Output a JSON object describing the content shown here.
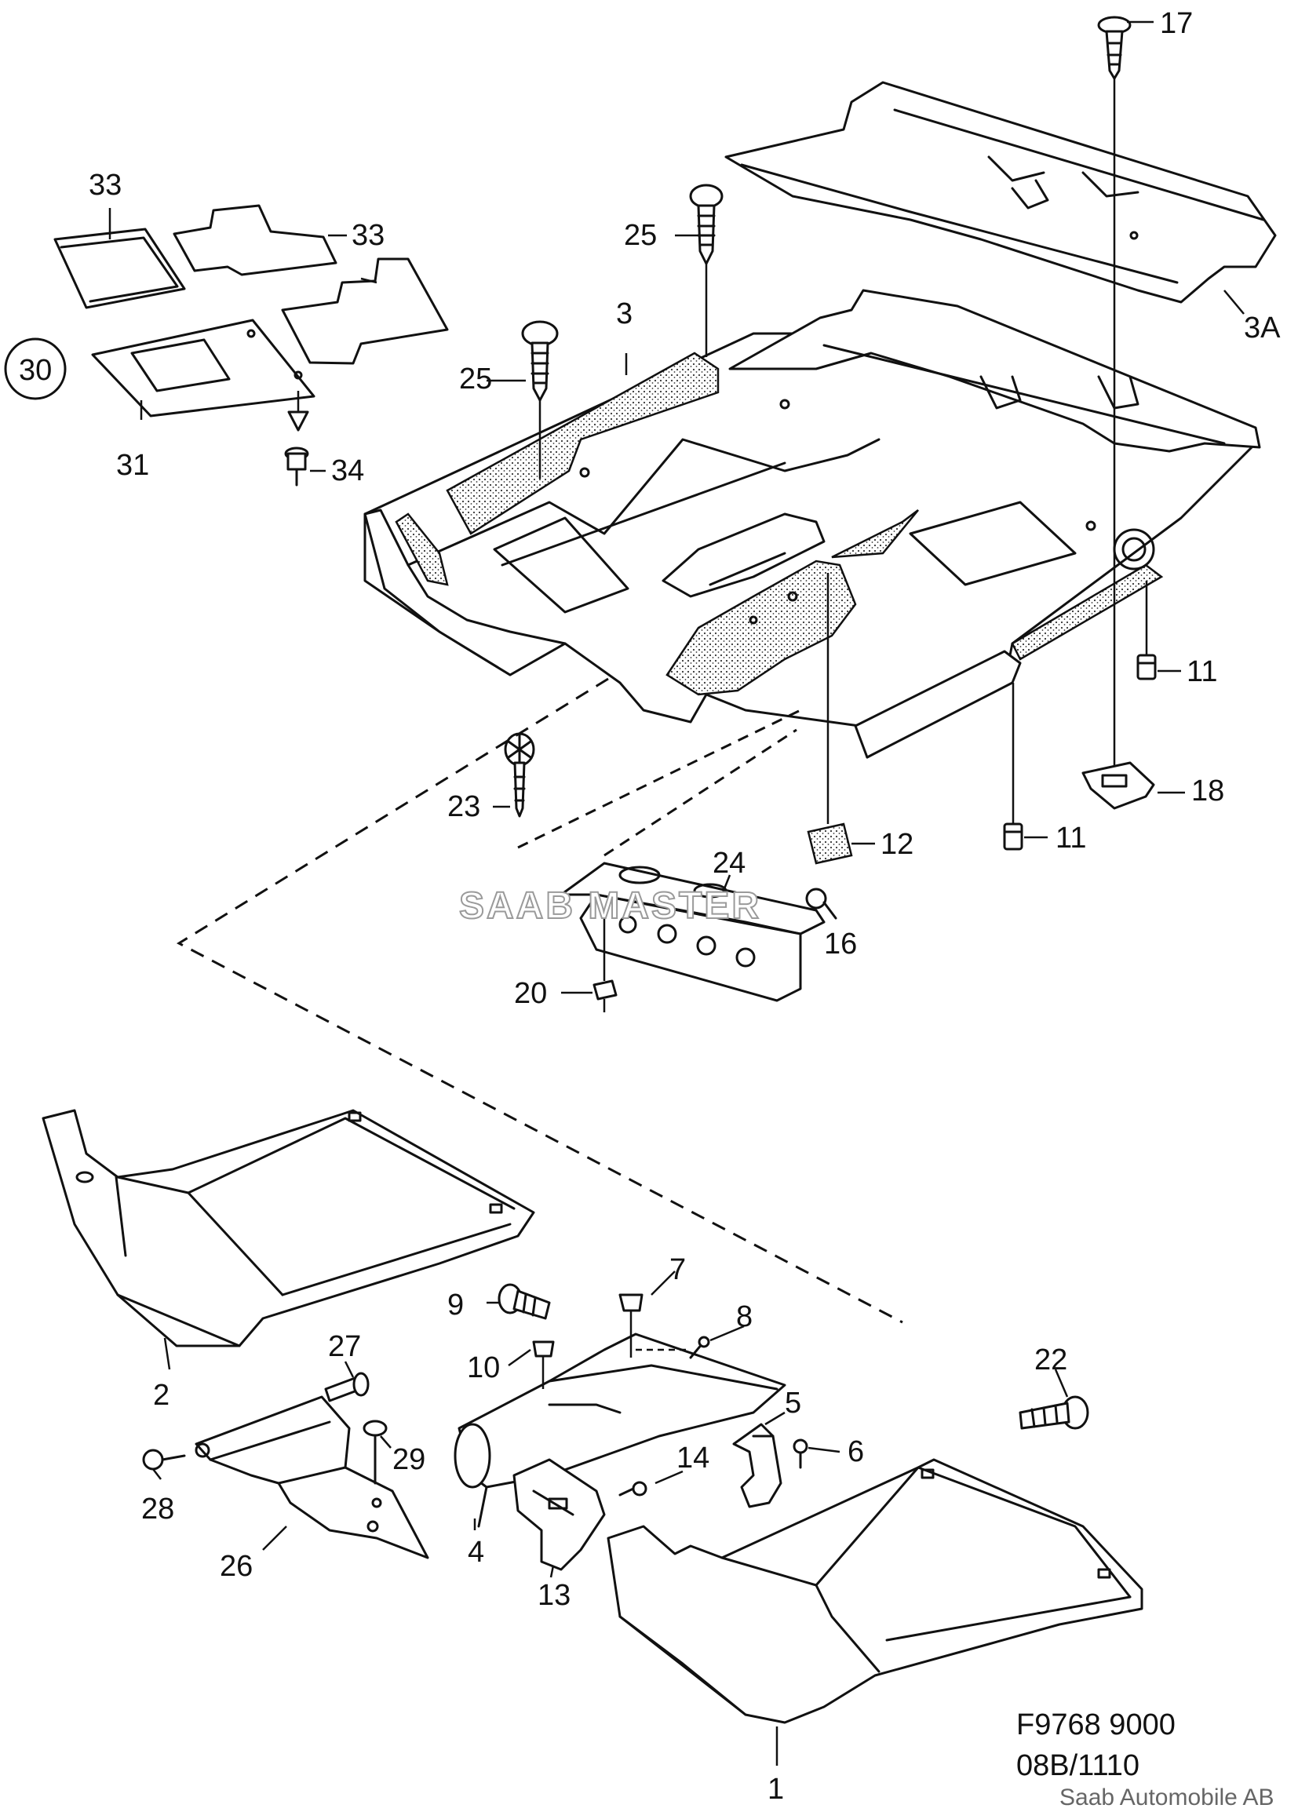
{
  "callouts": {
    "c1": "1",
    "c2": "2",
    "c3": "3",
    "c3a": "3A",
    "c4": "4",
    "c5": "5",
    "c6": "6",
    "c7": "7",
    "c8": "8",
    "c9": "9",
    "c10": "10",
    "c11a": "11",
    "c11b": "11",
    "c12": "12",
    "c13": "13",
    "c14": "14",
    "c16": "16",
    "c17": "17",
    "c18": "18",
    "c20": "20",
    "c22": "22",
    "c23": "23",
    "c24": "24",
    "c25a": "25",
    "c25b": "25",
    "c26": "26",
    "c27": "27",
    "c28": "28",
    "c29": "29",
    "c30": "30",
    "c31": "31",
    "c33a": "33",
    "c33b": "33",
    "c34": "34"
  },
  "reference": {
    "line1": "F9768 9000",
    "line2": "08B/1110"
  },
  "watermark": "SAAB MASTER",
  "copyright": "Saab Automobile AB"
}
